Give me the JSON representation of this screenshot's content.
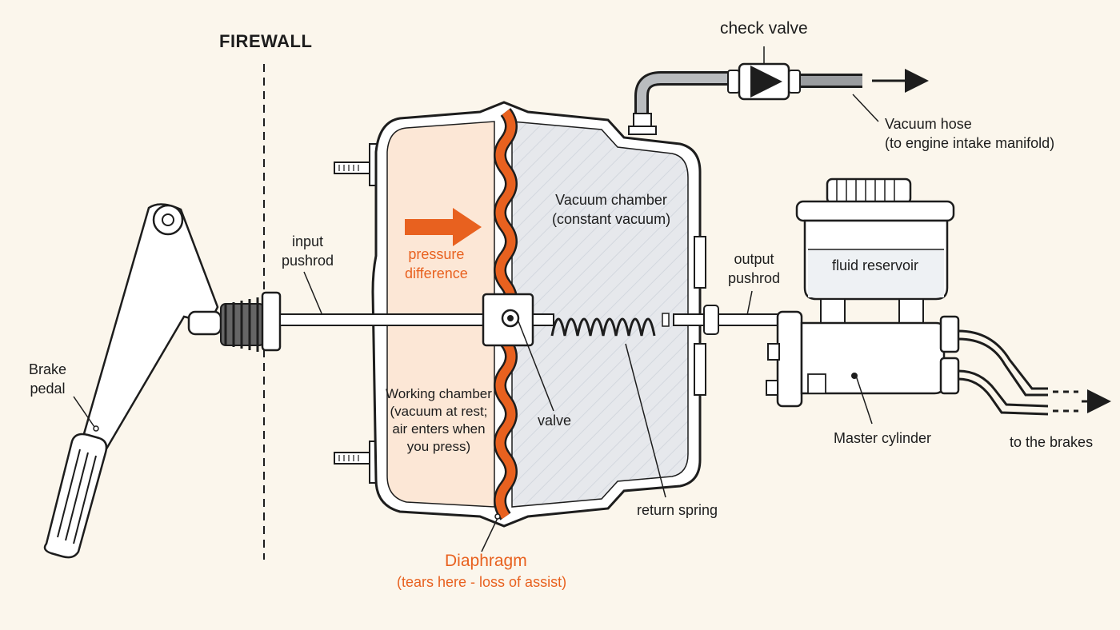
{
  "colors": {
    "background": "#fbf6ec",
    "outline": "#1d1d1d",
    "accent": "#e8611f",
    "working_chamber_fill": "#fce7d6",
    "vacuum_chamber_fill": "#e6e8ec",
    "reservoir_fluid": "#eef1f4"
  },
  "labels": {
    "firewall": "FIREWALL",
    "check_valve": "check valve",
    "vacuum_hose": [
      "Vacuum hose",
      "(to engine intake manifold)"
    ],
    "vacuum_chamber": [
      "Vacuum chamber",
      "(constant vacuum)"
    ],
    "pressure_difference": [
      "pressure",
      "difference"
    ],
    "input_pushrod": [
      "input",
      "pushrod"
    ],
    "output_pushrod": [
      "output",
      "pushrod"
    ],
    "fluid_reservoir": "fluid reservoir",
    "brake_pedal": [
      "Brake",
      "pedal"
    ],
    "working_chamber": [
      "Working chamber",
      "(vacuum at rest;",
      "air enters when",
      "you press)"
    ],
    "valve": "valve",
    "master_cylinder": "Master cylinder",
    "to_the_brakes": "to the brakes",
    "return_spring": "return spring",
    "diaphragm": "Diaphragm",
    "diaphragm_note": "(tears here - loss of assist)"
  },
  "icons": {
    "flow_arrow": "arrow-right-icon",
    "pressure_arrow": "arrow-right-icon"
  }
}
